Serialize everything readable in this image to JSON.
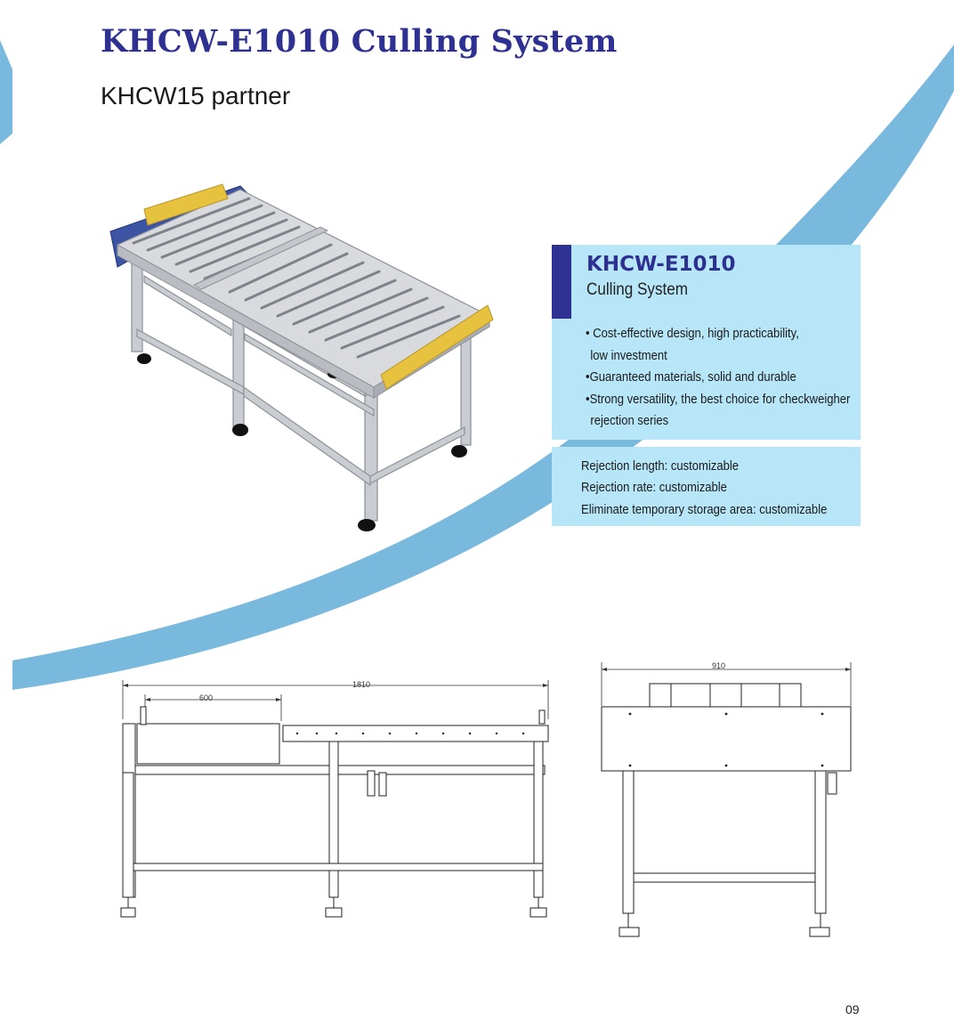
{
  "page": {
    "title": "KHCW-E1010 Culling System",
    "subtitle": "KHCW15 partner",
    "page_number": "09"
  },
  "card": {
    "model": "KHCW-E1010",
    "name": "Culling System",
    "features": [
      "•  Cost-effective design, high practicability,",
      "low investment",
      "•Guaranteed materials, solid and durable",
      "•Strong versatility, the best choice for checkweigher",
      "rejection series"
    ],
    "specs": [
      "Rejection length: customizable",
      "Rejection rate: customizable",
      "Eliminate temporary storage area: customizable"
    ]
  },
  "drawings": {
    "side": {
      "overall_length": "1810",
      "section_length": "600"
    },
    "front": {
      "overall_width": "910"
    }
  },
  "colors": {
    "title": "#2f3192",
    "swoosh": "#7ab9de",
    "card_bg": "#b8e6f9",
    "card_accent": "#2f3192",
    "guide_yellow": "#e7c23e",
    "frame_blue": "#3c54a3"
  }
}
